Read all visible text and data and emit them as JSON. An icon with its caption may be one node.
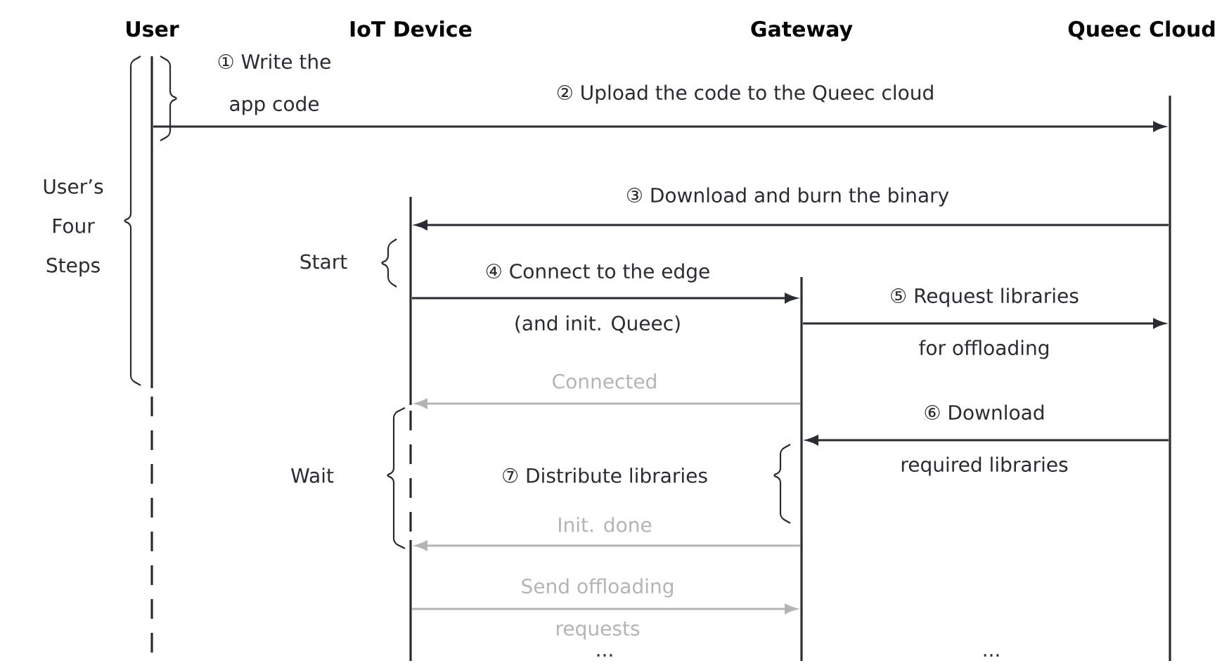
{
  "diagram": {
    "nodes": [
      {
        "text": [],
        "shape": "lifeline"
      },
      {
        "text": [],
        "shape": "lifeline"
      },
      {
        "text": [],
        "shape": "lifeline"
      },
      {
        "text": [],
        "shape": "lifeline"
      }
    ],
    "edges": [
      {
        "from": 0,
        "to": 3,
        "arrow": "to",
        "label": "② Upload the code to the Queec cloud"
      },
      {
        "from": 3,
        "to": 1,
        "arrow": "to",
        "label": "③ Download and burn the binary"
      },
      {
        "from": 1,
        "to": 2,
        "arrow": "to",
        "label": "④ Connect to the edge (and init. Queec)"
      },
      {
        "from": 2,
        "to": 3,
        "arrow": "to",
        "label": "⑤ Request libraries for offloading"
      },
      {
        "from": 2,
        "to": 1,
        "arrow": "to",
        "label": "Connected",
        "color": "#b4b4b4"
      },
      {
        "from": 3,
        "to": 2,
        "arrow": "to",
        "label": "⑥ Download required libraries"
      },
      {
        "from": 2,
        "to": 1,
        "arrow": "to",
        "label": "Init. done",
        "color": "#b4b4b4"
      },
      {
        "from": 1,
        "to": 2,
        "arrow": "to",
        "label": "Send offloading requests",
        "color": "#b4b4b4"
      }
    ],
    "labels": [
      "User",
      "IoT Device",
      "Gateway",
      "Queec Cloud",
      "① Write the app code",
      "User’s Four Steps",
      "Start",
      "Wait",
      "⑦ Distribute libraries",
      "...",
      "..."
    ]
  }
}
